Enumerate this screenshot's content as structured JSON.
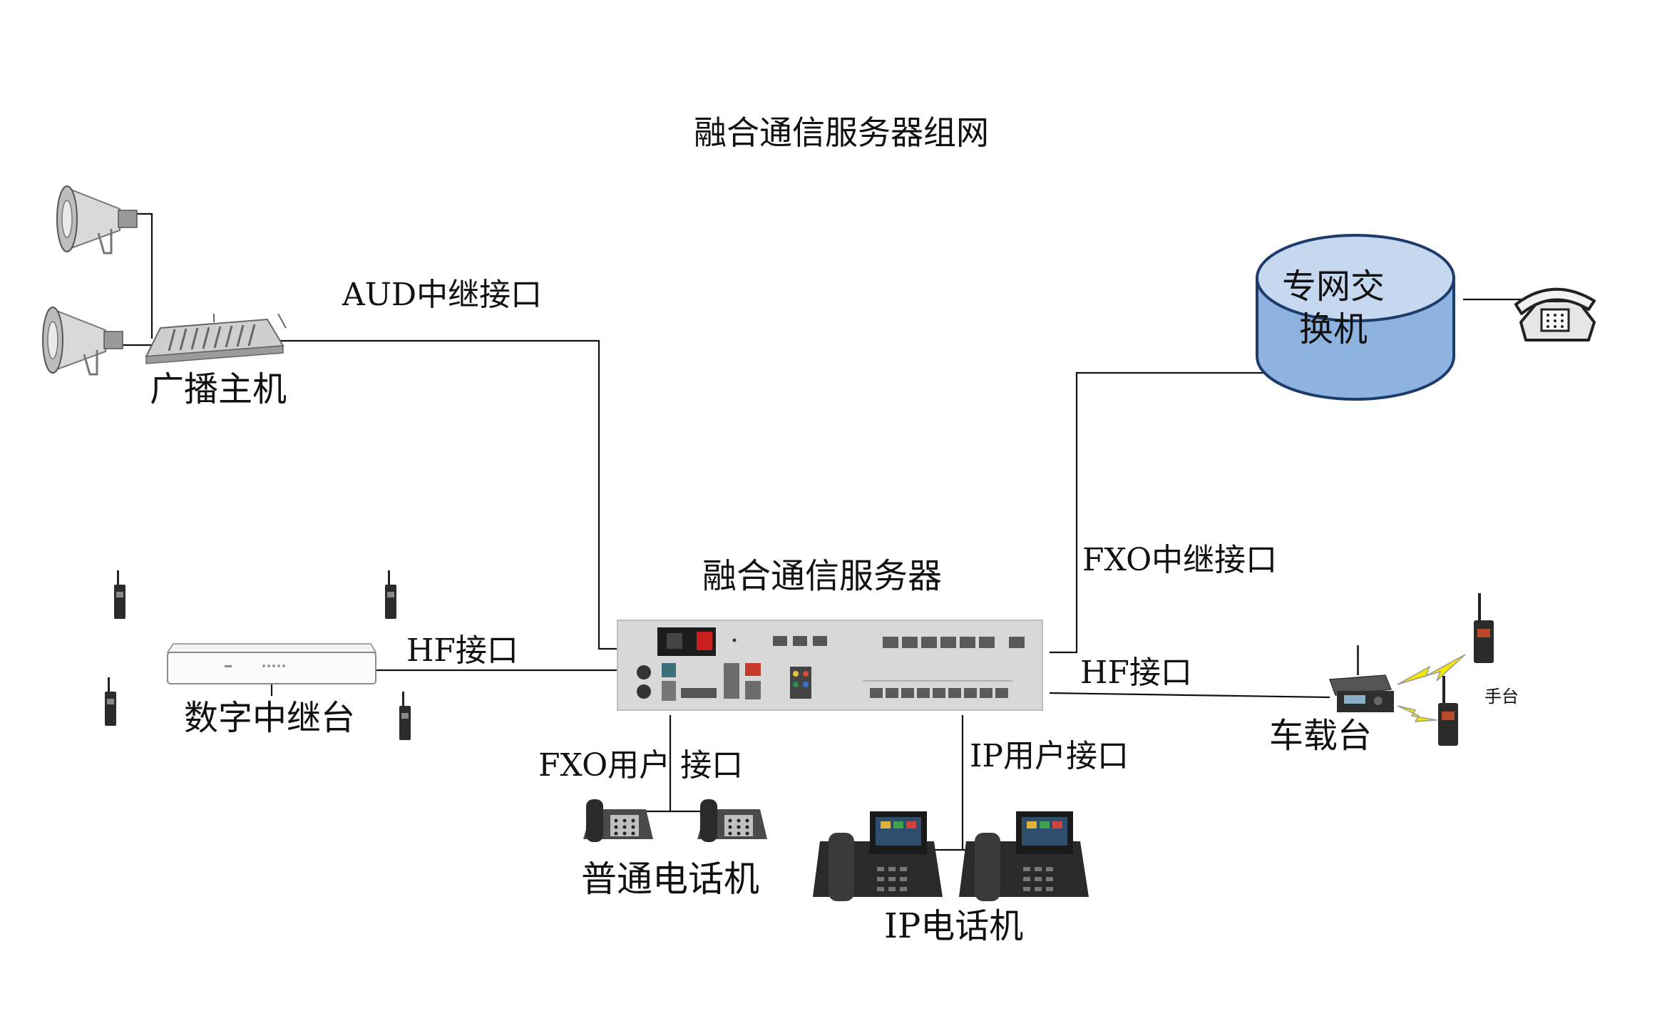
{
  "title": "融合通信服务器组网",
  "server_label": "融合通信服务器",
  "nodes": {
    "broadcast_host": "广播主机",
    "digital_repeater": "数字中继台",
    "private_switch_line1": "专网交",
    "private_switch_line2": "换机",
    "analog_phones": "普通电话机",
    "ip_phones": "IP电话机",
    "vehicle_radio": "车载台",
    "handheld": "手台"
  },
  "links": {
    "aud_trunk": "AUD中继接口",
    "hf_left": "HF接口",
    "fxo_user": "FXO用户 接口",
    "ip_user": "IP用户接口",
    "fxo_trunk": "FXO中继接口",
    "hf_right": "HF接口"
  },
  "colors": {
    "line": "#111111",
    "server_panel": "#d7d7d7",
    "switch_top": "#c5d8ef",
    "switch_side": "#8fb3e0",
    "switch_stroke": "#1d3b6b",
    "lightning": "#f3e600"
  },
  "icons": [
    "horn-speaker-icon",
    "mixer-console-icon",
    "walkie-talkie-icon",
    "repeater-box-icon",
    "server-panel-icon",
    "desk-phone-icon",
    "ip-phone-icon",
    "rotary-phone-icon",
    "car-radio-icon",
    "lightning-icon"
  ]
}
